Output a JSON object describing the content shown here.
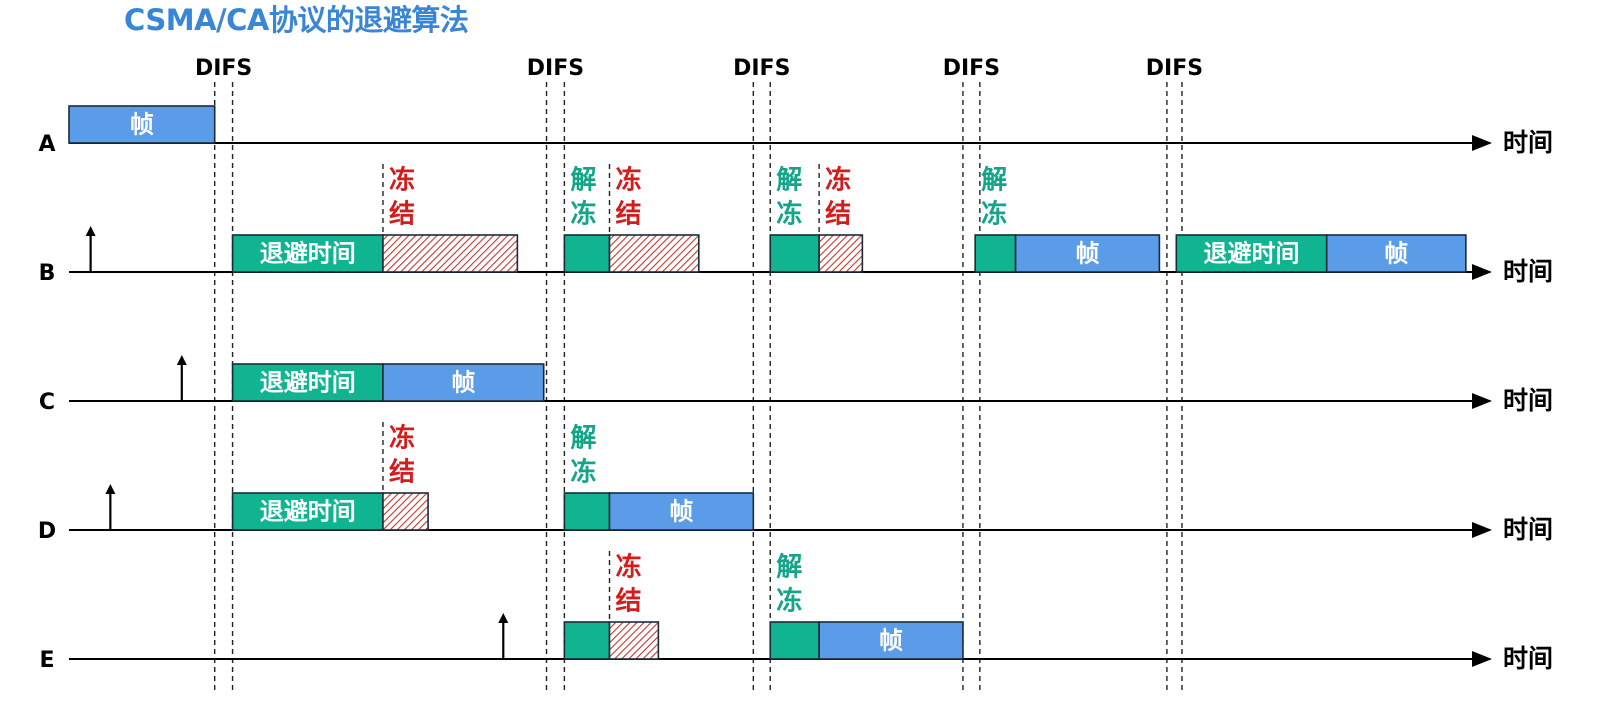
{
  "title": "CSMA/CA协议的退避算法",
  "difs_label": "DIFS",
  "time_label": "时间",
  "labels": {
    "frame": "帧",
    "backoff": "退避时间",
    "freeze": "冻\n结",
    "unfreeze": "解\n冻"
  },
  "colors": {
    "frame": "#5b9ce8",
    "backoff": "#11b491",
    "freeze_hatch": "#c0392b",
    "freeze_text": "#d41c1c",
    "unfreeze_text": "#14a589",
    "title": "#3a86d6"
  },
  "stations": [
    {
      "name": "A",
      "segments": [
        {
          "kind": "frame",
          "start": 0,
          "end": 15.5,
          "text": "frame"
        }
      ],
      "arrival": null,
      "notes": []
    },
    {
      "name": "B",
      "segments": [
        {
          "kind": "backoff",
          "start": 17.4,
          "end": 33.4,
          "text": "backoff"
        },
        {
          "kind": "frozen",
          "start": 33.4,
          "end": 47.7
        },
        {
          "kind": "backoff",
          "start": 52.7,
          "end": 57.5
        },
        {
          "kind": "frozen",
          "start": 57.5,
          "end": 67.0
        },
        {
          "kind": "backoff",
          "start": 74.6,
          "end": 79.8
        },
        {
          "kind": "frozen",
          "start": 79.8,
          "end": 84.4
        },
        {
          "kind": "backoff",
          "start": 96.4,
          "end": 100.7
        },
        {
          "kind": "frame",
          "start": 100.7,
          "end": 116.0,
          "text": "frame"
        },
        {
          "kind": "backoff",
          "start": 117.8,
          "end": 133.8,
          "text": "backoff"
        },
        {
          "kind": "frame",
          "start": 133.8,
          "end": 148.6,
          "text": "frame"
        }
      ],
      "arrival": 2.3,
      "notes": [
        {
          "at": 33.4,
          "text": "freeze"
        },
        {
          "at": 52.7,
          "text": "unfreeze"
        },
        {
          "at": 57.5,
          "text": "freeze"
        },
        {
          "at": 74.6,
          "text": "unfreeze"
        },
        {
          "at": 79.8,
          "text": "freeze"
        },
        {
          "at": 96.4,
          "text": "unfreeze"
        }
      ]
    },
    {
      "name": "C",
      "segments": [
        {
          "kind": "backoff",
          "start": 17.4,
          "end": 33.4,
          "text": "backoff"
        },
        {
          "kind": "frame",
          "start": 33.4,
          "end": 50.5,
          "text": "frame"
        }
      ],
      "arrival": 12.0,
      "notes": []
    },
    {
      "name": "D",
      "segments": [
        {
          "kind": "backoff",
          "start": 17.4,
          "end": 33.4,
          "text": "backoff"
        },
        {
          "kind": "frozen",
          "start": 33.4,
          "end": 38.2
        },
        {
          "kind": "backoff",
          "start": 52.7,
          "end": 57.5
        },
        {
          "kind": "frame",
          "start": 57.5,
          "end": 72.8,
          "text": "frame"
        }
      ],
      "arrival": 4.4,
      "notes": [
        {
          "at": 33.4,
          "text": "freeze"
        },
        {
          "at": 52.7,
          "text": "unfreeze"
        }
      ]
    },
    {
      "name": "E",
      "segments": [
        {
          "kind": "backoff",
          "start": 52.7,
          "end": 57.5
        },
        {
          "kind": "frozen",
          "start": 57.5,
          "end": 62.7
        },
        {
          "kind": "backoff",
          "start": 74.6,
          "end": 79.8
        },
        {
          "kind": "frame",
          "start": 79.8,
          "end": 95.1,
          "text": "frame"
        }
      ],
      "arrival": 46.2,
      "notes": [
        {
          "at": 57.5,
          "text": "freeze"
        },
        {
          "at": 74.6,
          "text": "unfreeze"
        }
      ]
    }
  ],
  "difs_intervals": [
    [
      15.5,
      17.4
    ],
    [
      50.8,
      52.7
    ],
    [
      72.8,
      74.6
    ],
    [
      95.1,
      96.9
    ],
    [
      116.8,
      118.4
    ]
  ]
}
